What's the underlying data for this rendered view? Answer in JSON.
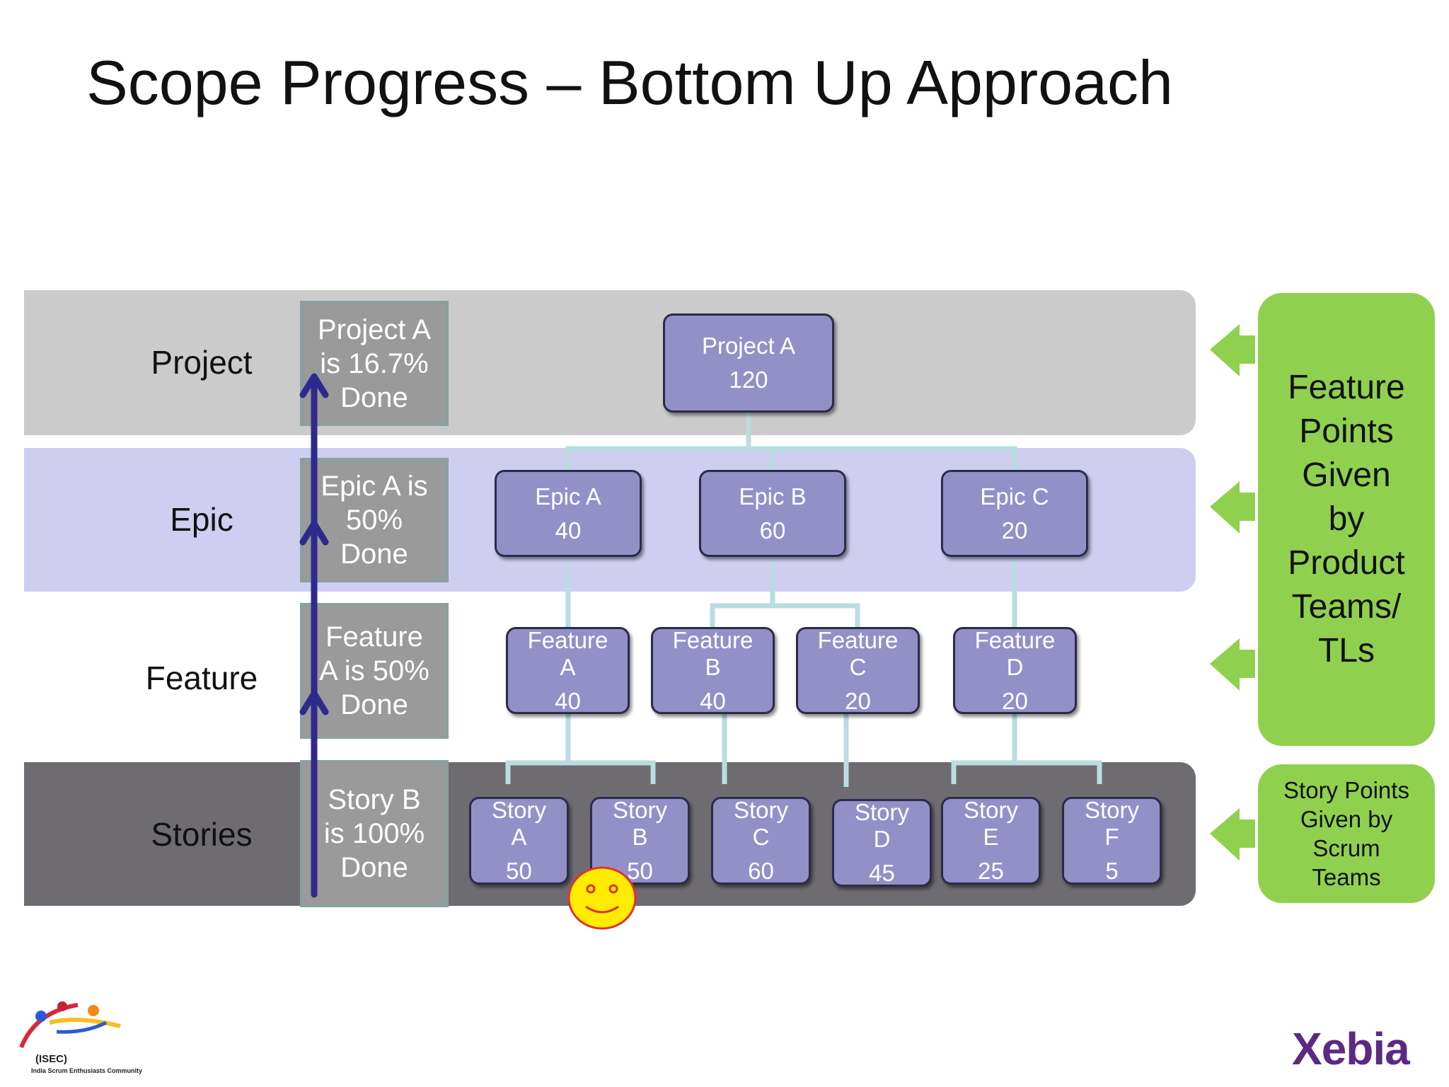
{
  "title": "Scope Progress – Bottom Up Approach",
  "levels": {
    "project": "Project",
    "epic": "Epic",
    "feature": "Feature",
    "stories": "Stories"
  },
  "status": {
    "project": "Project A\nis 16.7%\nDone",
    "epic": "Epic A is\n50%\nDone",
    "feature": "Feature\nA is 50%\nDone",
    "story": "Story B\nis 100%\nDone"
  },
  "nodes": {
    "project_a": {
      "name": "Project A",
      "points": "120"
    },
    "epic_a": {
      "name": "Epic A",
      "points": "40"
    },
    "epic_b": {
      "name": "Epic B",
      "points": "60"
    },
    "epic_c": {
      "name": "Epic C",
      "points": "20"
    },
    "feature_a": {
      "name": "Feature\nA",
      "points": "40"
    },
    "feature_b": {
      "name": "Feature\nB",
      "points": "40"
    },
    "feature_c": {
      "name": "Feature\nC",
      "points": "20"
    },
    "feature_d": {
      "name": "Feature\nD",
      "points": "20"
    },
    "story_a": {
      "name": "Story\nA",
      "points": "50"
    },
    "story_b": {
      "name": "Story\nB",
      "points": "50"
    },
    "story_c": {
      "name": "Story\nC",
      "points": "60"
    },
    "story_d": {
      "name": "Story\nD",
      "points": "45"
    },
    "story_e": {
      "name": "Story\nE",
      "points": "25"
    },
    "story_f": {
      "name": "Story\nF",
      "points": "5"
    }
  },
  "side_notes": {
    "feature_points": "Feature\nPoints\nGiven\nby\nProduct\nTeams/\nTLs",
    "story_points": "Story Points\nGiven by\nScrum\nTeams"
  },
  "logos": {
    "isec_short": "(ISEC)",
    "isec_full": "India Scrum Enthusiasts Community",
    "xebia": "Xebia"
  },
  "colors": {
    "node_fill": "#9390c8",
    "project_band": "#cbcbcb",
    "epic_band": "#cfcef0",
    "stories_band": "#6e6c70",
    "green": "#8fd14f",
    "arrow_blue": "#2e2a8c",
    "connector": "#b9dde0"
  },
  "icons": [
    "up-arrow-icon",
    "left-arrow-icon",
    "smiley-face-icon"
  ]
}
